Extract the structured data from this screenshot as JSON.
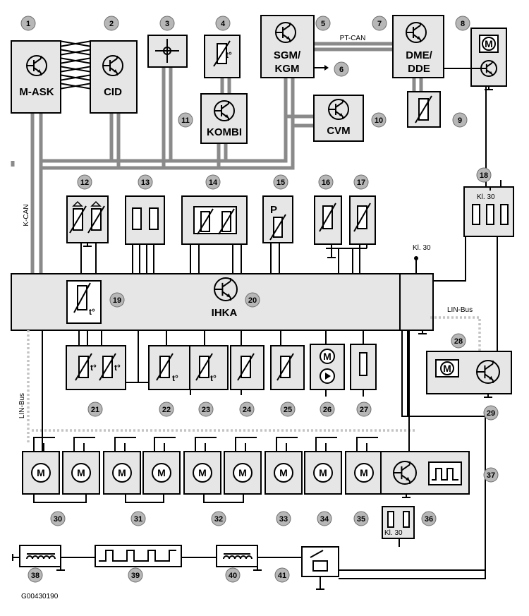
{
  "callouts": [
    "1",
    "2",
    "3",
    "4",
    "5",
    "6",
    "7",
    "8",
    "9",
    "10",
    "11",
    "12",
    "13",
    "14",
    "15",
    "16",
    "17",
    "18",
    "19",
    "20",
    "21",
    "22",
    "23",
    "24",
    "25",
    "26",
    "27",
    "28",
    "29",
    "30",
    "31",
    "32",
    "33",
    "34",
    "35",
    "36",
    "37",
    "38",
    "39",
    "40",
    "41"
  ],
  "labels": {
    "m_ask": "M-ASK",
    "cid": "CID",
    "kombi": "KOMBI",
    "sgm_kgm": [
      "SGM/",
      "KGM"
    ],
    "dme_dde": [
      "DME/",
      "DDE"
    ],
    "cvm": "CVM",
    "ihka": "IHKA",
    "pt_can": "PT-CAN",
    "k_can": "K-CAN",
    "lin_bus": "LIN-Bus",
    "kl30": "Kl. 30",
    "temp_symbol": "t°",
    "pressure_symbol": "P",
    "motor_symbol": "M",
    "figure_code": "G00430190"
  }
}
